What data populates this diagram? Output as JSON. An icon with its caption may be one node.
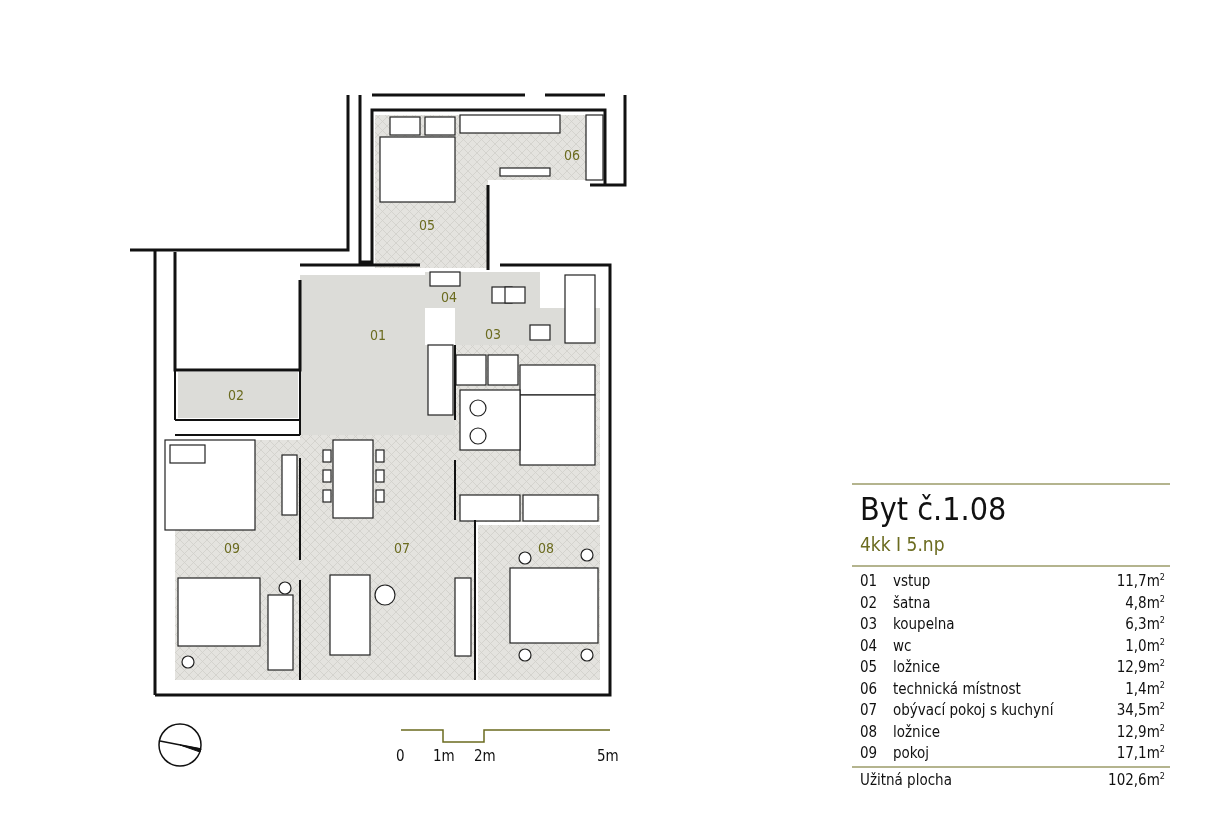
{
  "diagram": {
    "title": "Byt č.1.08",
    "nodes": [
      {
        "text": [
          "06"
        ]
      },
      {
        "text": [
          "05"
        ]
      },
      {
        "text": [
          "04"
        ]
      },
      {
        "text": [
          "01"
        ]
      },
      {
        "text": [
          "03"
        ]
      },
      {
        "text": [
          "02"
        ]
      },
      {
        "text": [
          "09"
        ]
      },
      {
        "text": [
          "07"
        ]
      },
      {
        "text": [
          "08"
        ]
      }
    ],
    "edges": [],
    "labels": [
      "4kk I 5.np",
      "01",
      "vstup",
      "11,7m$^{2}$",
      "02",
      "šatna",
      "4,8m$^{2}$",
      "03",
      "koupelna",
      "6,3m$^{2}$",
      "04",
      "wc",
      "1,0m$^{2}$",
      "05",
      "ložnice",
      "12,9m$^{2}$",
      "06",
      "technická místnost",
      "1,4m$^{2}$",
      "07",
      "obývací pokoj s kuchyní",
      "34,5m$^{2}$",
      "08",
      "ložnice",
      "12,9m$^{2}$",
      "09",
      "pokoj",
      "17,1m$^{2}$",
      "Užitná plocha",
      "102,6m$^{2}$",
      "0",
      "1m",
      "2m",
      "5m"
    ]
  }
}
